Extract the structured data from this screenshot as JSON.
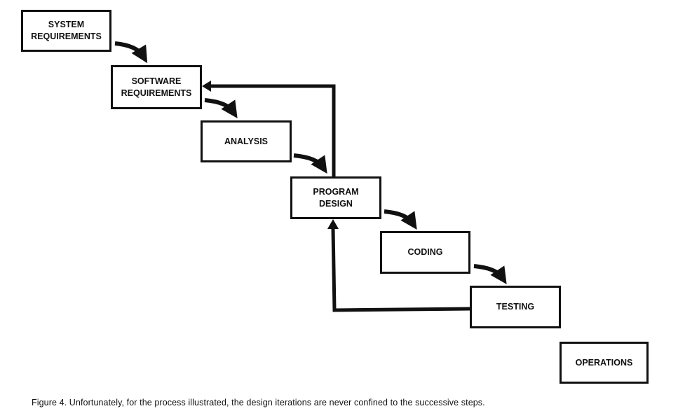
{
  "diagram": {
    "steps": [
      {
        "id": "system-requirements",
        "label": "SYSTEM\nREQUIREMENTS"
      },
      {
        "id": "software-requirements",
        "label": "SOFTWARE\nREQUIREMENTS"
      },
      {
        "id": "analysis",
        "label": "ANALYSIS"
      },
      {
        "id": "program-design",
        "label": "PROGRAM\nDESIGN"
      },
      {
        "id": "coding",
        "label": "CODING"
      },
      {
        "id": "testing",
        "label": "TESTING"
      },
      {
        "id": "operations",
        "label": "OPERATIONS"
      }
    ],
    "flows": [
      {
        "from": "system-requirements",
        "to": "software-requirements"
      },
      {
        "from": "software-requirements",
        "to": "analysis"
      },
      {
        "from": "analysis",
        "to": "program-design"
      },
      {
        "from": "program-design",
        "to": "coding"
      },
      {
        "from": "coding",
        "to": "testing"
      }
    ],
    "feedback": [
      {
        "from": "program-design",
        "to": "software-requirements"
      },
      {
        "from": "testing",
        "to": "program-design"
      }
    ]
  },
  "caption": "Figure 4.  Unfortunately, for the process illustrated, the design iterations are never confined to the successive steps."
}
